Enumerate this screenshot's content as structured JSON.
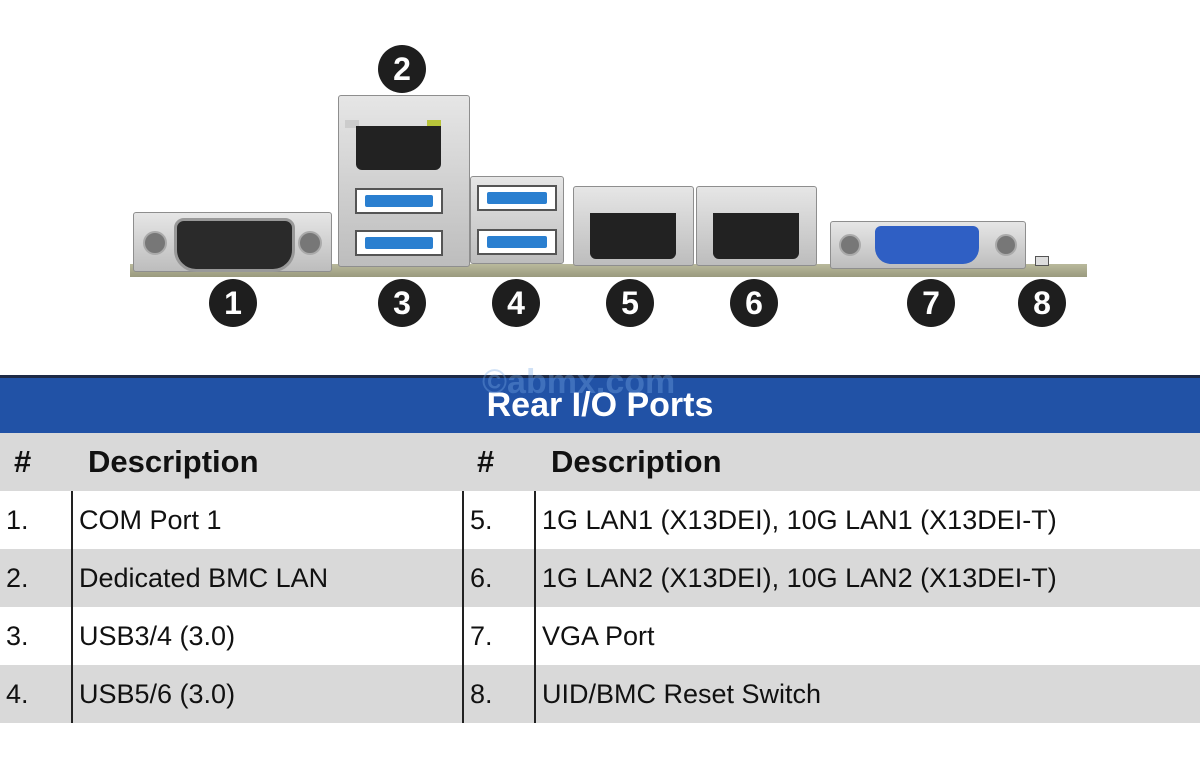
{
  "diagram": {
    "callouts": [
      "1",
      "2",
      "3",
      "4",
      "5",
      "6",
      "7",
      "8"
    ],
    "watermark": "©abmx.com"
  },
  "table": {
    "title": "Rear I/O Ports",
    "headers": {
      "num": "#",
      "desc": "Description"
    },
    "rows": [
      {
        "n1": "1.",
        "d1": "COM Port 1",
        "n2": "5.",
        "d2": "1G LAN1 (X13DEI), 10G LAN1 (X13DEI-T)"
      },
      {
        "n1": "2.",
        "d1": "Dedicated BMC LAN",
        "n2": "6.",
        "d2": "1G LAN2 (X13DEI), 10G LAN2 (X13DEI-T)"
      },
      {
        "n1": "3.",
        "d1": "USB3/4 (3.0)",
        "n2": "7.",
        "d2": "VGA Port"
      },
      {
        "n1": "4.",
        "d1": "USB5/6 (3.0)",
        "n2": "8.",
        "d2": "UID/BMC Reset Switch"
      }
    ]
  },
  "colors": {
    "title_bg": "#2152a6",
    "stripe": "#d9d9d9",
    "usb_blue": "#2a7fd0",
    "vga_blue": "#2f5fc4"
  }
}
